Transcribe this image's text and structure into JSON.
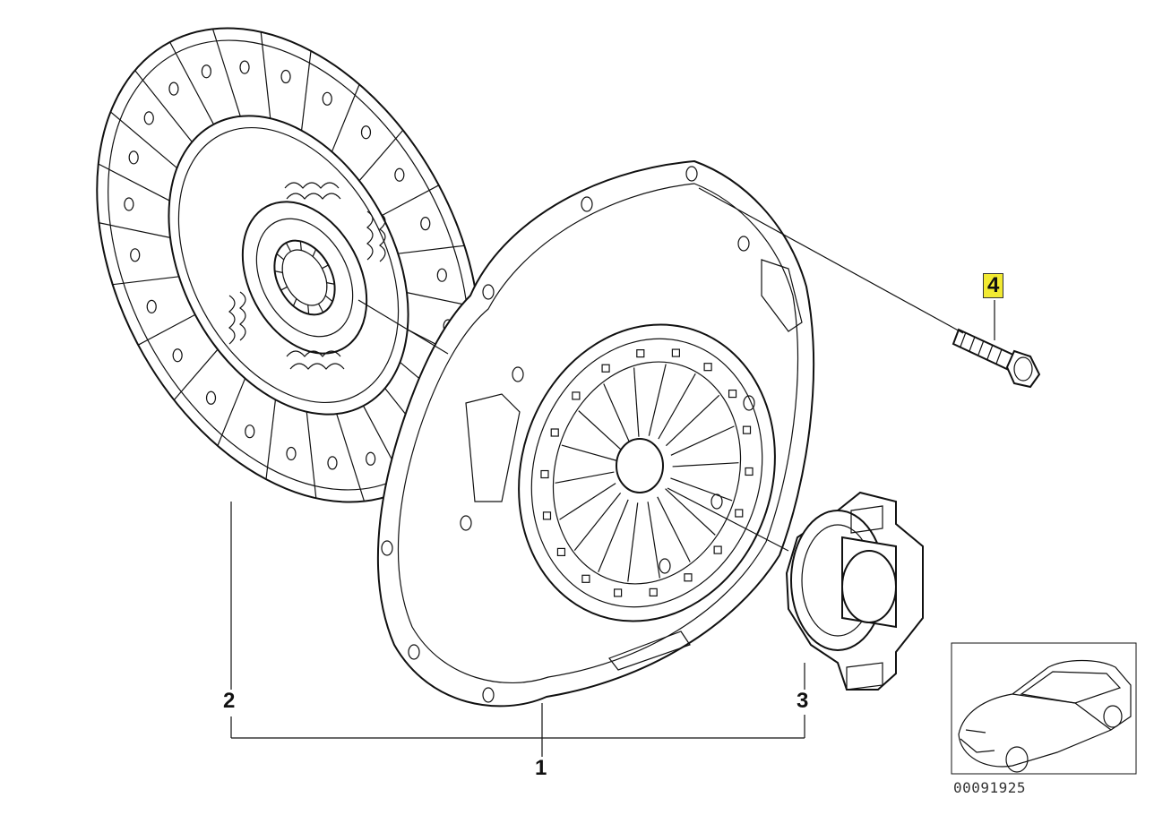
{
  "callouts": {
    "kit": "1",
    "clutch_disc": "2",
    "release_bearing": "3",
    "bolt": "4"
  },
  "diagram_id": "00091925",
  "colors": {
    "highlight": "#f2ea32",
    "ink": "#111111"
  },
  "icons": {
    "vehicle_thumbnail": "car-outline-icon"
  }
}
